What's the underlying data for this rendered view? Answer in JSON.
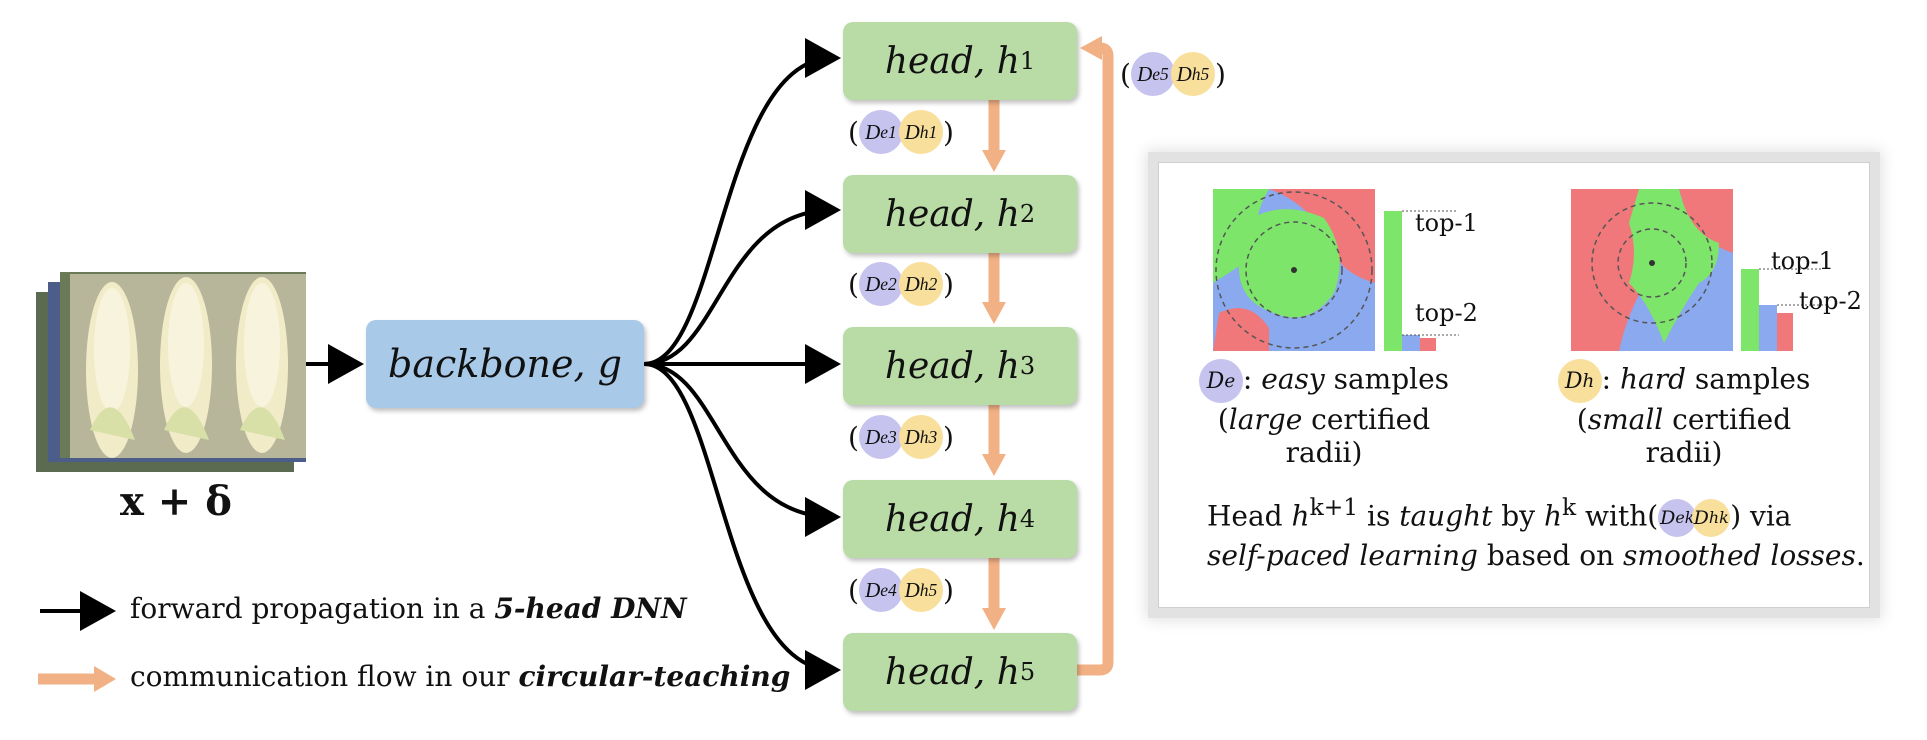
{
  "input_label": "x + δ",
  "backbone": {
    "label": "backbone, g"
  },
  "heads": [
    {
      "label": "head, h",
      "sup": "1"
    },
    {
      "label": "head, h",
      "sup": "2"
    },
    {
      "label": "head, h",
      "sup": "3"
    },
    {
      "label": "head, h",
      "sup": "4"
    },
    {
      "label": "head, h",
      "sup": "5"
    }
  ],
  "pairs": [
    {
      "open": "(",
      "e": "D",
      "e_sub": "e",
      "e_sup": "1",
      "h": "D",
      "h_sub": "h",
      "h_sup": "1",
      "close": ")"
    },
    {
      "open": "(",
      "e": "D",
      "e_sub": "e",
      "e_sup": "2",
      "h": "D",
      "h_sub": "h",
      "h_sup": "2",
      "close": ")"
    },
    {
      "open": "(",
      "e": "D",
      "e_sub": "e",
      "e_sup": "3",
      "h": "D",
      "h_sub": "h",
      "h_sup": "3",
      "close": ")"
    },
    {
      "open": "(",
      "e": "D",
      "e_sub": "e",
      "e_sup": "4",
      "h": "D",
      "h_sub": "h",
      "h_sup": "5",
      "close": ")"
    },
    {
      "open": "(",
      "e": "D",
      "e_sub": "e",
      "e_sup": "5",
      "h": "D",
      "h_sub": "h",
      "h_sup": "5",
      "close": ")"
    }
  ],
  "legend": {
    "forward_prefix": "forward propagation in a ",
    "forward_bold": "5-head DNN",
    "comm_prefix": "communication flow in our ",
    "comm_bold": "circular-teaching"
  },
  "panel": {
    "top1": "top-1",
    "top2": "top-2",
    "easy": {
      "sym": "D",
      "sub": "e",
      "colon": ": ",
      "adj": "easy",
      "rest": " samples",
      "p_open": "(",
      "p_adj": "large",
      "p_rest": " certified radii)"
    },
    "hard": {
      "sym": "D",
      "sub": "h",
      "colon": ": ",
      "adj": "hard",
      "rest": " samples",
      "p_open": "(",
      "p_adj": "small",
      "p_rest": " certified radii)"
    },
    "sentence": {
      "a": "Head ",
      "h1": "h",
      "h1_sup": "k+1",
      "b": " is ",
      "taught": "taught",
      "c": " by ",
      "h2": "h",
      "h2_sup": "k",
      "d": " with",
      "p_open": "(",
      "p_e": "D",
      "p_e_sub": "e",
      "p_e_sup": "k",
      "p_h": "D",
      "p_h_sub": "h",
      "p_h_sup": "k",
      "p_close": ")",
      "e": "  via",
      "l2_a": "self-paced learning",
      "l2_b": " based on ",
      "l2_c": "smoothed losses",
      "l2_d": "."
    }
  },
  "colors": {
    "head_fill": "#b9dca6",
    "backbone_fill": "#a9c9e9",
    "comm_arrow": "#f2b184",
    "easy_circle": "#c7c3ef",
    "hard_circle": "#f8df9c",
    "region_green": "#7ee56b",
    "region_red": "#f0787a",
    "region_blue": "#8aa9ef"
  }
}
